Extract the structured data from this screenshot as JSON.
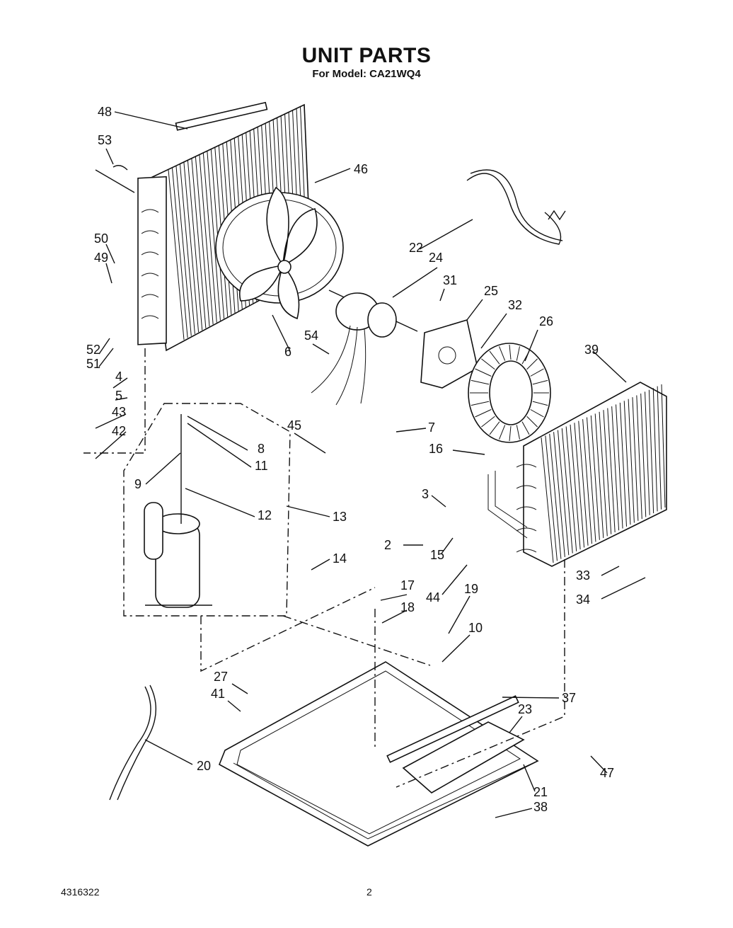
{
  "header": {
    "title": "UNIT PARTS",
    "subtitle": "For Model: CA21WQ4"
  },
  "footer": {
    "doc_number": "4316322",
    "page_number": "2"
  },
  "callouts": {
    "c2": "2",
    "c3": "3",
    "c4": "4",
    "c5": "5",
    "c6": "6",
    "c7": "7",
    "c8": "8",
    "c9": "9",
    "c10": "10",
    "c11": "11",
    "c12": "12",
    "c13": "13",
    "c14": "14",
    "c15": "15",
    "c16": "16",
    "c17": "17",
    "c18": "18",
    "c19": "19",
    "c20": "20",
    "c21": "21",
    "c22": "22",
    "c23": "23",
    "c24": "24",
    "c25": "25",
    "c26": "26",
    "c27": "27",
    "c31": "31",
    "c32": "32",
    "c33": "33",
    "c34": "34",
    "c37": "37",
    "c38": "38",
    "c39": "39",
    "c41": "41",
    "c42": "42",
    "c43": "43",
    "c44": "44",
    "c45": "45",
    "c46": "46",
    "c47": "47",
    "c48": "48",
    "c49": "49",
    "c50": "50",
    "c51": "51",
    "c52": "52",
    "c53": "53",
    "c54": "54"
  }
}
